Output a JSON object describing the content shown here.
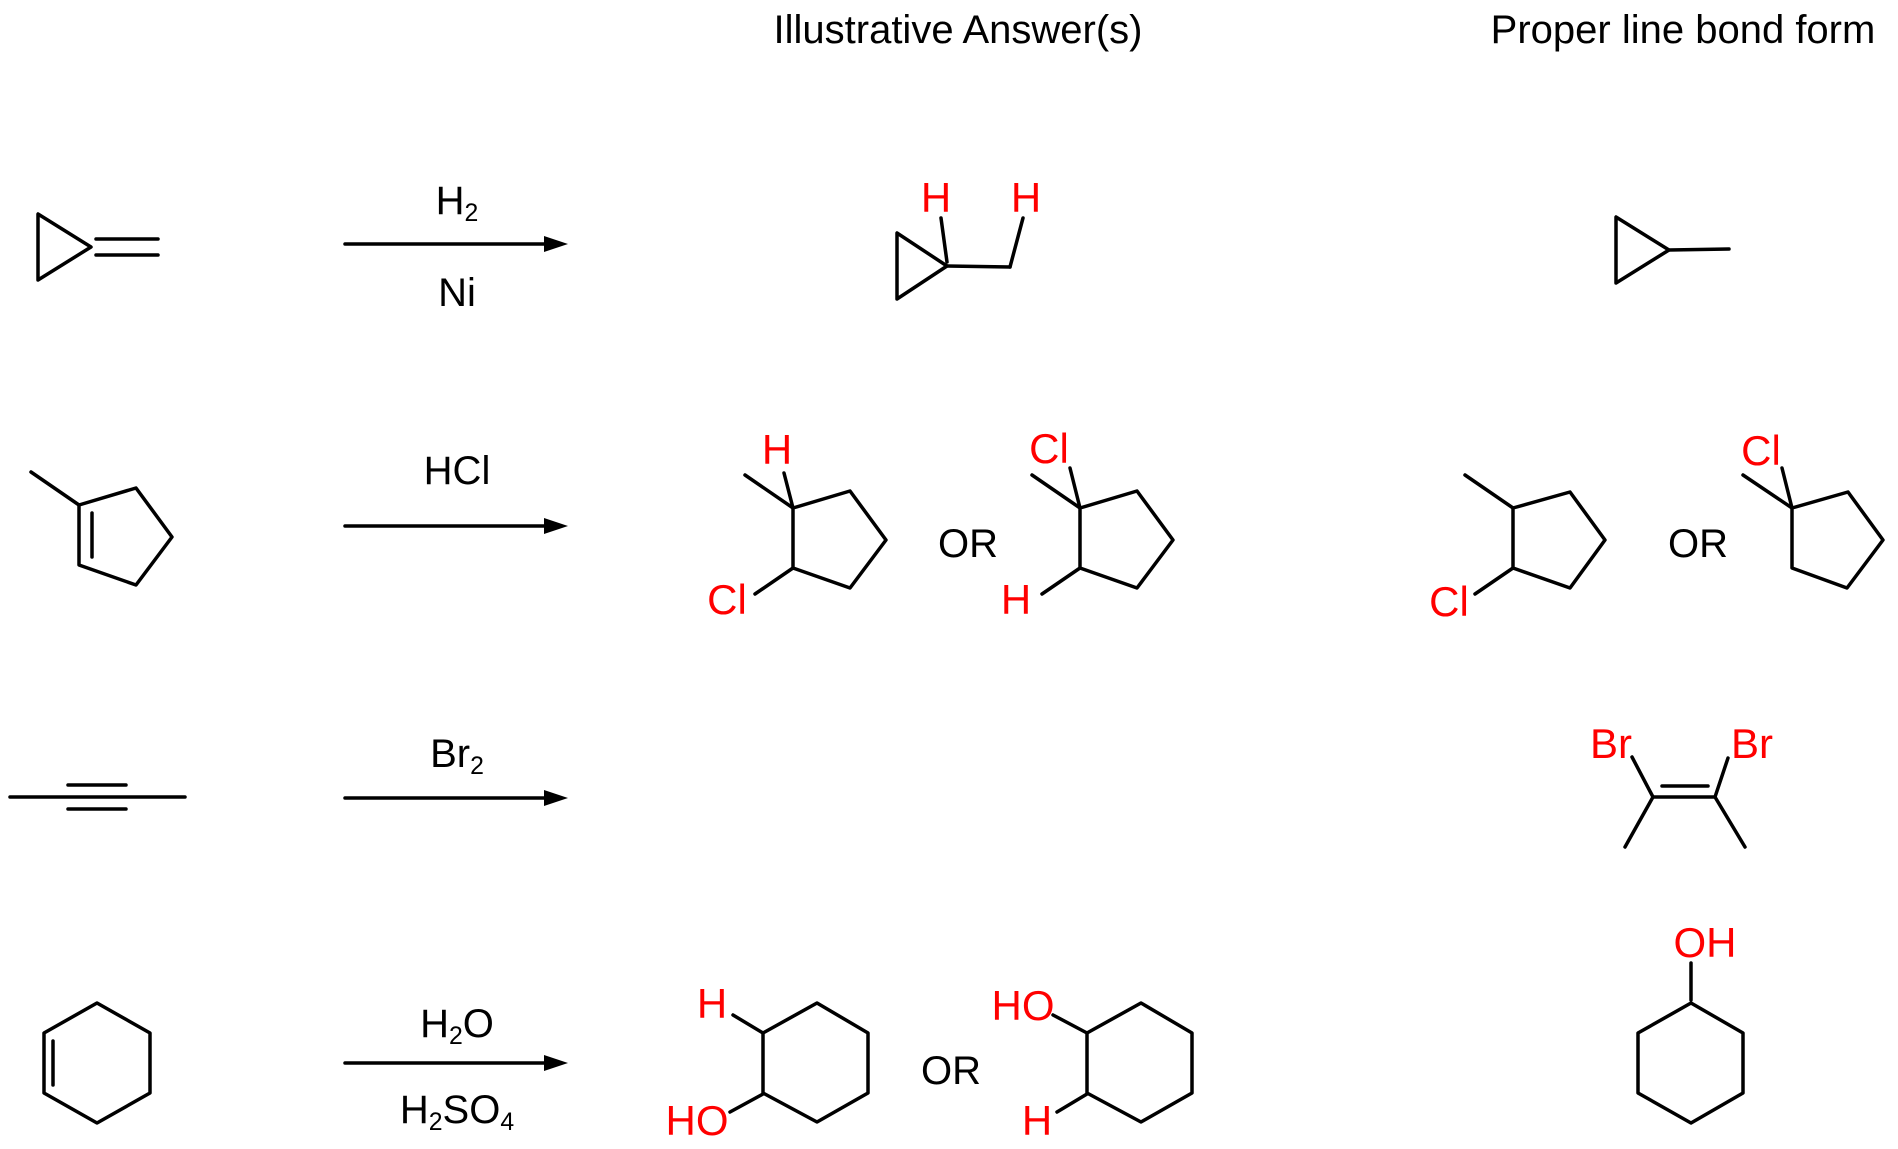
{
  "headings": {
    "illustrative": "Illustrative Answer(s)",
    "proper": "Proper line bond form"
  },
  "or_label": "OR",
  "colors": {
    "ink": "#000000",
    "highlight": "#ff0000",
    "background": "#ffffff"
  },
  "rows": [
    {
      "reaction": "hydrogenation",
      "reactant": {
        "molecule": "methylenecyclopropane"
      },
      "reagent": {
        "above": [
          {
            "t": "H"
          },
          {
            "t": "2",
            "sub": true
          }
        ],
        "below": [
          {
            "t": "Ni"
          }
        ]
      },
      "illustrative": {
        "molecule": "methylcyclopropane with added hydrogens shown",
        "h_labels": [
          "H",
          "H"
        ]
      },
      "proper": {
        "molecule": "methylcyclopropane"
      }
    },
    {
      "reaction": "hydrohalogenation",
      "reactant": {
        "molecule": "1-methylcyclopentene"
      },
      "reagent": {
        "above": [
          {
            "t": "HCl"
          }
        ],
        "below": []
      },
      "illustrative": {
        "left": {
          "molecule": "1-chloro-2-methylcyclopentane with added H shown",
          "h_label": "H",
          "cl_label": "Cl"
        },
        "right": {
          "molecule": "1-chloro-1-methylcyclopentane with added H shown",
          "cl_label": "Cl",
          "h_label": "H"
        }
      },
      "proper": {
        "left": {
          "molecule": "1-chloro-2-methylcyclopentane",
          "cl_label": "Cl"
        },
        "right": {
          "molecule": "1-chloro-1-methylcyclopentane",
          "cl_label": "Cl"
        }
      }
    },
    {
      "reaction": "halogenation of alkyne",
      "reactant": {
        "molecule": "2-butyne"
      },
      "reagent": {
        "above": [
          {
            "t": "Br"
          },
          {
            "t": "2",
            "sub": true
          }
        ],
        "below": []
      },
      "illustrative": {},
      "proper": {
        "molecule": "2,3-dibromo-2-butene",
        "br_labels": [
          "Br",
          "Br"
        ]
      }
    },
    {
      "reaction": "acid-catalyzed hydration",
      "reactant": {
        "molecule": "cyclohexene"
      },
      "reagent": {
        "above": [
          {
            "t": "H"
          },
          {
            "t": "2",
            "sub": true
          },
          {
            "t": "O"
          }
        ],
        "below": [
          {
            "t": "H"
          },
          {
            "t": "2",
            "sub": true
          },
          {
            "t": "SO"
          },
          {
            "t": "4",
            "sub": true
          }
        ]
      },
      "illustrative": {
        "left": {
          "molecule": "cyclohexanol with added H shown",
          "h_label": "H",
          "ho_label": "HO"
        },
        "right": {
          "molecule": "cyclohexanol with added H shown",
          "ho_label": "HO",
          "h_label": "H"
        }
      },
      "proper": {
        "molecule": "cyclohexanol",
        "oh_label": "OH"
      }
    }
  ]
}
